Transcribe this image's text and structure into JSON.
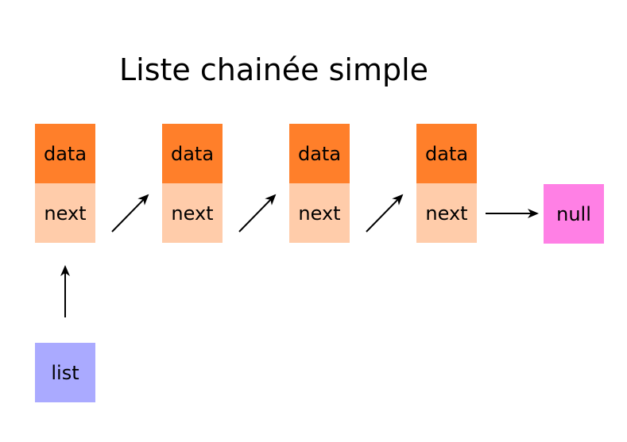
{
  "title": "Liste chainée simple",
  "nodes": [
    {
      "data_label": "data",
      "next_label": "next"
    },
    {
      "data_label": "data",
      "next_label": "next"
    },
    {
      "data_label": "data",
      "next_label": "next"
    },
    {
      "data_label": "data",
      "next_label": "next"
    }
  ],
  "null_label": "null",
  "list_label": "list",
  "colors": {
    "data": "#ff7f2a",
    "next": "#ffccaa",
    "null": "#ff80e5",
    "list": "#aaaaff",
    "arrow": "#000000"
  }
}
